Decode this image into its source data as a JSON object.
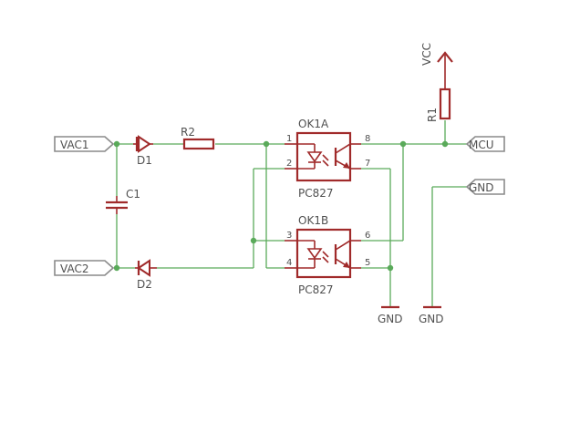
{
  "ports": {
    "vac1": "VAC1",
    "vac2": "VAC2",
    "mcu": "MCU",
    "gnd_port": "GND"
  },
  "components": {
    "d1": "D1",
    "d2": "D2",
    "r1": "R1",
    "r2": "R2",
    "c1": "C1",
    "ok1a": "OK1A",
    "ok1b": "OK1B",
    "ok1a_part": "PC827",
    "ok1b_part": "PC827"
  },
  "supplies": {
    "vcc": "VCC",
    "gnd1": "GND",
    "gnd2": "GND"
  },
  "pins": {
    "p1": "1",
    "p2": "2",
    "p3": "3",
    "p4": "4",
    "p5": "5",
    "p6": "6",
    "p7": "7",
    "p8": "8"
  },
  "colors": {
    "wire": "#5aaa5a",
    "component": "#a02a2a",
    "port_outline": "#8a8a8a",
    "text": "#505050"
  }
}
